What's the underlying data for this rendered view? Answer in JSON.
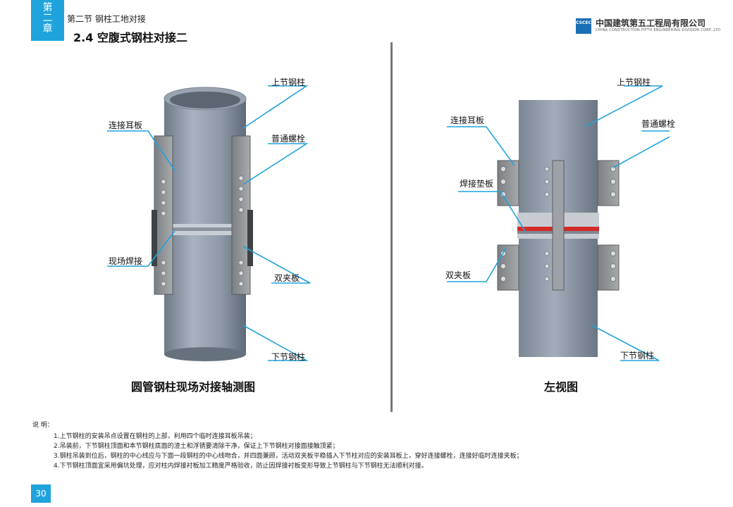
{
  "header": {
    "chapter_chars": [
      "第",
      "二",
      "章"
    ],
    "section": "第二节  钢柱工地对接",
    "title": "2.4  空腹式钢柱对接二",
    "logo_mark": "CSCEC",
    "company_cn": "中国建筑第五工程局有限公司",
    "company_en": "CHINA CONSTRUCTION FIFTH ENGINEERING DIVISION CORP.,LTD"
  },
  "left_view": {
    "caption": "圆管钢柱现场对接轴测图",
    "labels": {
      "upper_column": "上节钢柱",
      "connecting_plate": "连接耳板",
      "bolt": "普通螺栓",
      "field_weld": "现场焊接",
      "double_clamp": "双夹板",
      "lower_column": "下节钢柱"
    }
  },
  "right_view": {
    "caption": "左视图",
    "labels": {
      "upper_column": "上节钢柱",
      "connecting_plate": "连接耳板",
      "bolt": "普通螺栓",
      "backing_plate": "焊接垫板",
      "double_clamp": "双夹板",
      "lower_column": "下节钢柱"
    }
  },
  "notes": {
    "heading": "说  明：",
    "items": [
      "1.上节钢柱的安装吊点设置在钢柱的上部，利用四个临时连接耳板吊装；",
      "2.吊装前，下节钢柱顶面和本节钢柱底面的渣土和浮锈要清除干净，保证上下节钢柱对接面接触顶紧；",
      "3.钢柱吊装到位后，钢柱的中心线应与下面一段钢柱的中心线吻合，并四面兼顾，活动双夹板平稳插入下节柱对应的安装耳板上，穿好连接螺栓，连接好临时连接夹板；",
      "4.下节钢柱顶面宜采用偏坑处理，应对柱内焊接衬板加工精度严格验收，防止因焊接衬板变形导致上节钢柱与下节钢柱无法顺利对接。"
    ]
  },
  "page_number": "30",
  "colors": {
    "accent": "#1fa3dc",
    "column": "#8f9aa8",
    "leader": "#1fa3dc",
    "weld": "#d42a2a"
  }
}
